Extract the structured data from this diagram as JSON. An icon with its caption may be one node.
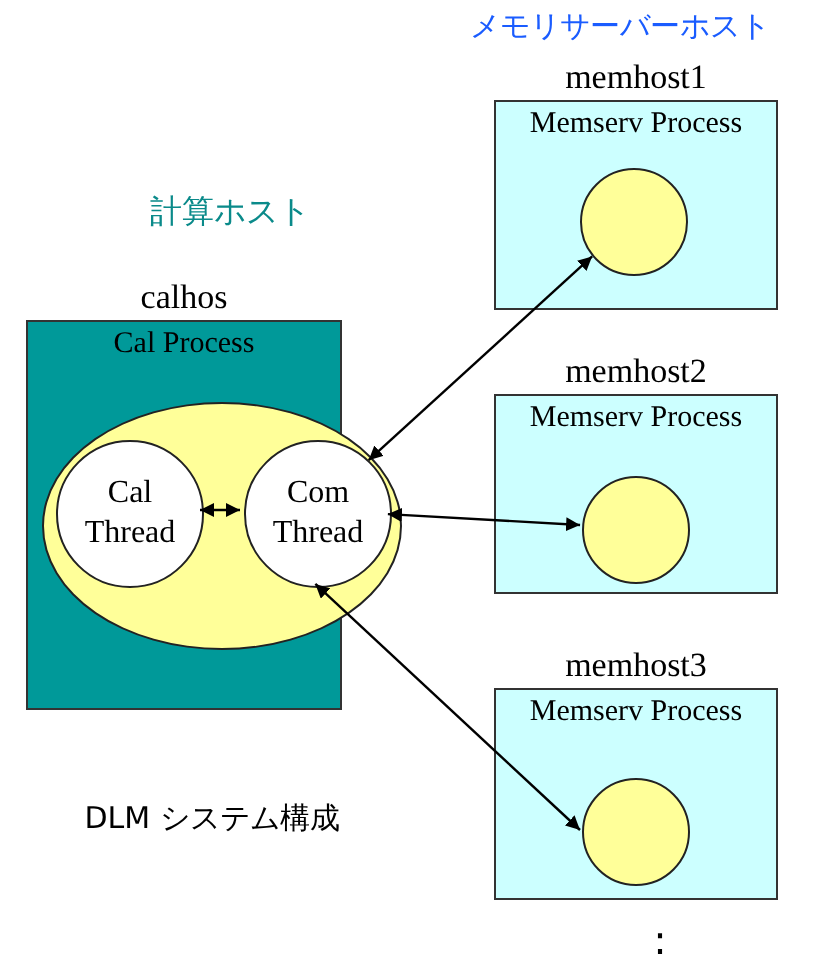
{
  "diagram": {
    "nodes": [
      {
        "text": [
          "calhos",
          "Cal Process"
        ]
      },
      {
        "text": [],
        "shape": "ellipse",
        "in": 0
      },
      {
        "text": [
          "Cal Thread"
        ],
        "in": 1
      },
      {
        "text": [
          "Com Thread"
        ],
        "in": 1
      },
      {
        "text": [
          "memhost1",
          "Memserv Process"
        ]
      },
      {
        "text": [],
        "shape": "circle",
        "in": 4
      },
      {
        "text": [
          "memhost2",
          "Memserv Process"
        ]
      },
      {
        "text": [],
        "shape": "circle",
        "in": 6
      },
      {
        "text": [
          "memhost3",
          "Memserv Process"
        ]
      },
      {
        "text": [],
        "shape": "circle",
        "in": 8
      }
    ],
    "edges": [
      {
        "from": 2,
        "to": 3,
        "arrow": "both"
      },
      {
        "from": 3,
        "to": 5,
        "arrow": "both"
      },
      {
        "from": 3,
        "to": 7,
        "arrow": "both"
      },
      {
        "from": 3,
        "to": 9,
        "arrow": "both"
      }
    ],
    "labels": [
      "メモリサーバーホスト",
      "計算ホスト",
      "DLM システム構成",
      ":"
    ]
  }
}
